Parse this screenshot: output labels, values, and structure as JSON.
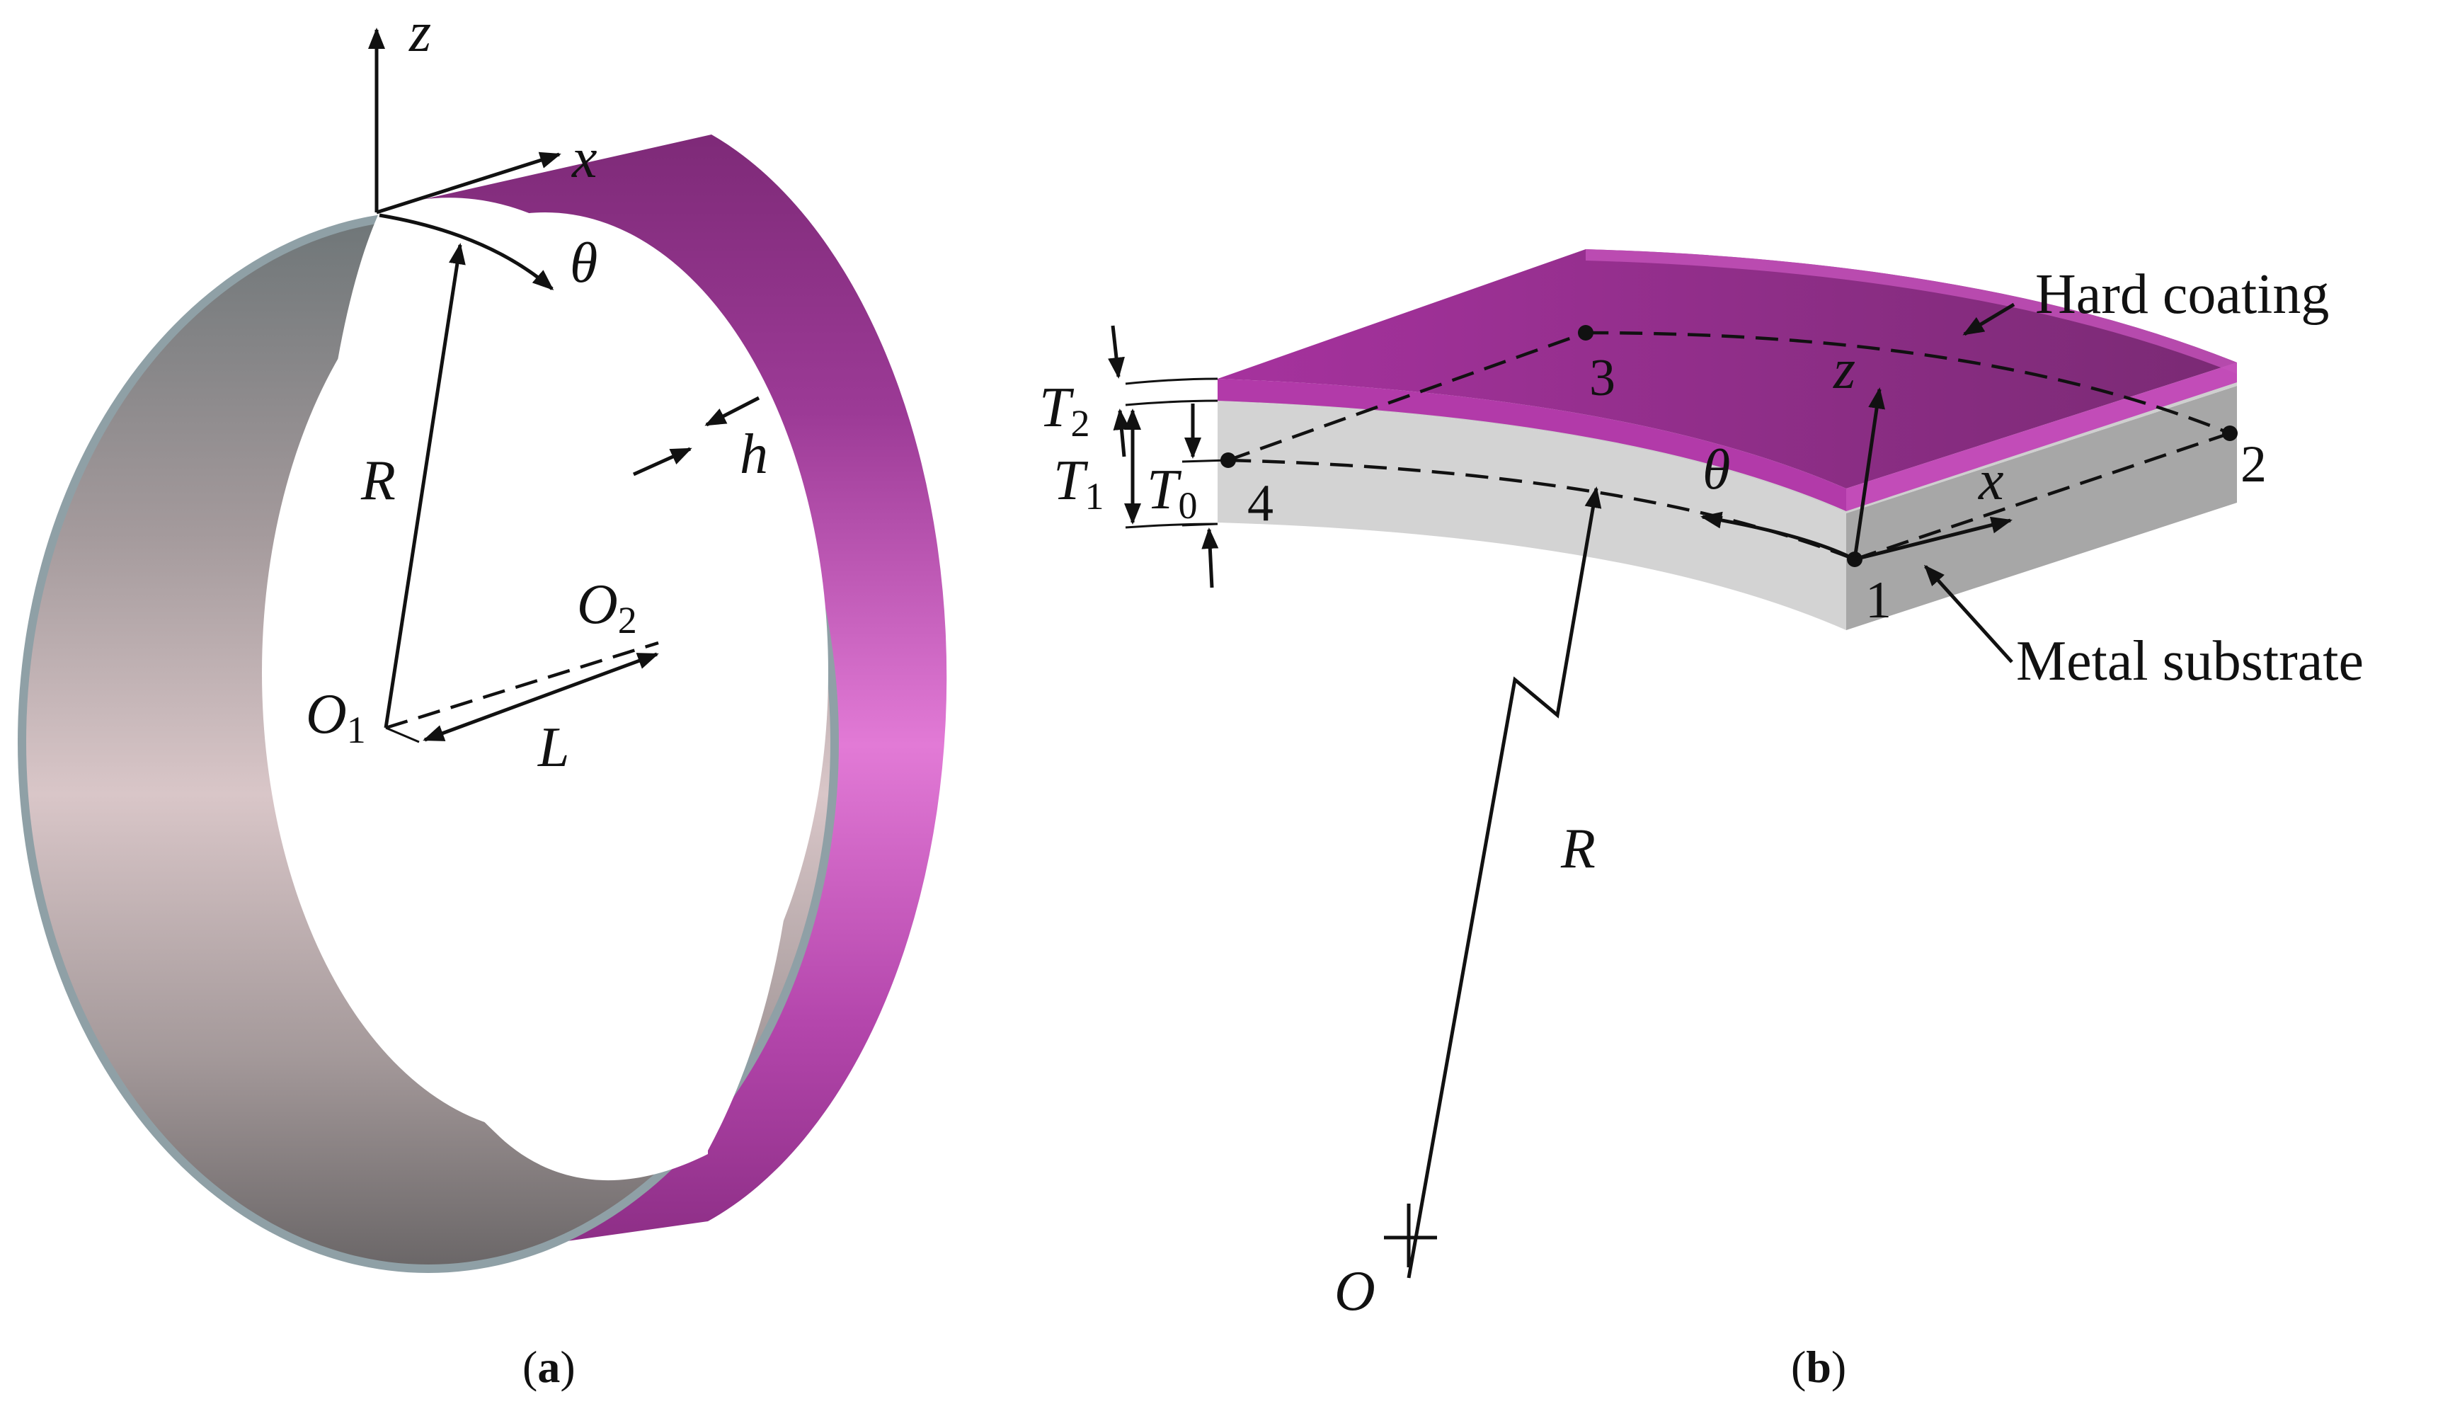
{
  "panel_a": {
    "axis_z": "z",
    "axis_x": "x",
    "angle": "θ",
    "radius": "R",
    "thickness": "h",
    "length": "L",
    "center1_base": "O",
    "center1_sub": "1",
    "center2_base": "O",
    "center2_sub": "2",
    "caption": {
      "open": "(",
      "letter": "a",
      "close": ")"
    }
  },
  "panel_b": {
    "axis_z": "z",
    "axis_x": "x",
    "angle": "θ",
    "radius": "R",
    "origin": "O",
    "dims": [
      {
        "base": "T",
        "sub": "2"
      },
      {
        "base": "T",
        "sub": "1"
      },
      {
        "base": "T",
        "sub": "0"
      }
    ],
    "nodes": [
      "1",
      "2",
      "3",
      "4"
    ],
    "coating_label": "Hard coating",
    "substrate_label": "Metal substrate",
    "caption": {
      "open": "(",
      "letter": "b",
      "close": ")"
    }
  },
  "colors": {
    "coating": "#a0389c",
    "coating_highlight": "#e47ad6",
    "substrate": "#c9c9c9",
    "ring_rim": "#8fa0a6"
  }
}
